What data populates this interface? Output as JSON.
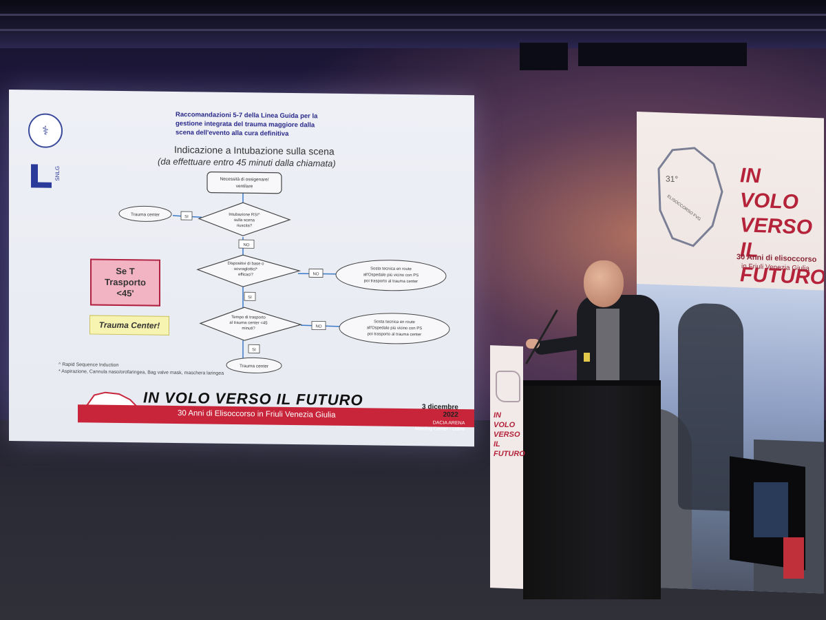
{
  "slide": {
    "heading_line1": "Raccomandazioni 5-7 della Linea Guida per la",
    "heading_line2": "gestione integrata del trauma maggiore dalla",
    "heading_line3": "scena dell'evento alla cura definitiva",
    "title": "Indicazione a Intubazione sulla scena",
    "subtitle": "(da effettuare entro 45 minuti dalla chiamata)",
    "logo_snlg": "SNLG",
    "flow": {
      "start_line1": "Necessità di ossigenare/",
      "start_line2": "ventilare",
      "q1_line1": "Intubazione RSI^",
      "q1_line2": "sulla scena",
      "q1_line3": "riuscita?",
      "q2_line1": "Dispositivi di base o",
      "q2_line2": "sovraglottici*",
      "q2_line3": "efficaci?",
      "q3_line1": "Tempo di trasporto",
      "q3_line2": "al trauma center <45",
      "q3_line3": "minuti?",
      "si": "SI",
      "no": "NO",
      "trauma_center": "Trauma center",
      "stop1_line1": "Sosta tecnica en route",
      "stop1_line2": "all'Ospedale più vicino con PS",
      "stop1_line3": "poi trasporto al trauma center",
      "stop2_line1": "Sosta tecnica en route",
      "stop2_line2": "all'Ospedale più vicino con PS",
      "stop2_line3": "poi trasporto al trauma center"
    },
    "box_set_line1": "Se T",
    "box_set_line2": "Trasporto",
    "box_set_line3": "<45'",
    "box_trauma": "Trauma Center!",
    "footnote1": "^ Rapid Sequence Induction",
    "footnote2": "* Aspirazione, Cannula naso/orofaringea, Bag valve mask, maschera laringea",
    "footer_title": "IN VOLO VERSO IL FUTURO",
    "footer_sub": "30 Anni di Elisoccorso in Friuli Venezia Giulia",
    "footer_date_line1": "3 dicembre",
    "footer_date_line2": "2022",
    "footer_venue_line1": "DACIA ARENA",
    "footer_venue_line2": "Meeting Center - Udine"
  },
  "banner": {
    "title_line1": "IN VOLO",
    "title_line2": "VERSO IL",
    "title_line3": "FUTURO",
    "subtitle": "30 Anni di elisoccorso",
    "place": "in Friuli Venezia Giulia",
    "map_label_number": "31°",
    "map_label_text": "ELISOCCORSO FVG"
  },
  "podium": {
    "title_line1": "IN VOLO",
    "title_line2": "VERSO IL",
    "title_line3": "FUTURO"
  },
  "colors": {
    "accent_red": "#c8243a",
    "slide_bg": "#eef0f6",
    "diamond_stroke": "#444444",
    "connector_blue": "#3a78c8"
  }
}
